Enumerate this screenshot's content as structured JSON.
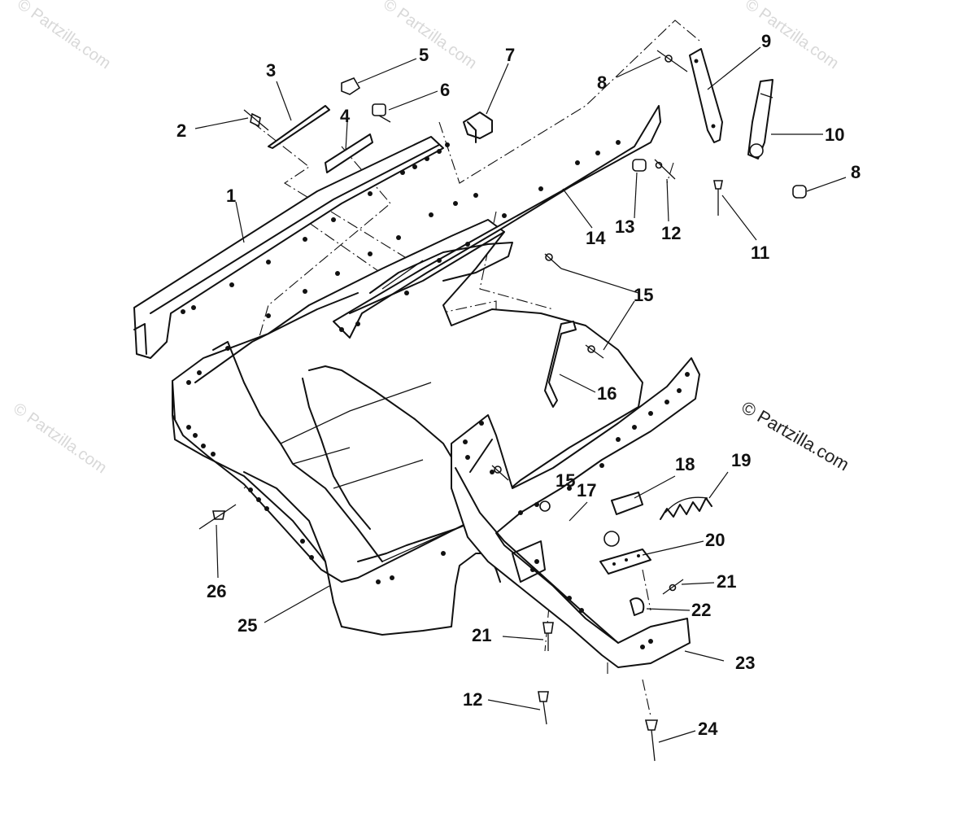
{
  "watermark": "© Partzilla.com",
  "copyright": "© Partzilla.com",
  "callouts": [
    "1",
    "2",
    "3",
    "4",
    "5",
    "6",
    "7",
    "8",
    "8",
    "9",
    "10",
    "11",
    "12",
    "12",
    "13",
    "14",
    "15",
    "15",
    "16",
    "17",
    "18",
    "19",
    "20",
    "21",
    "21",
    "22",
    "23",
    "24",
    "25",
    "26"
  ]
}
